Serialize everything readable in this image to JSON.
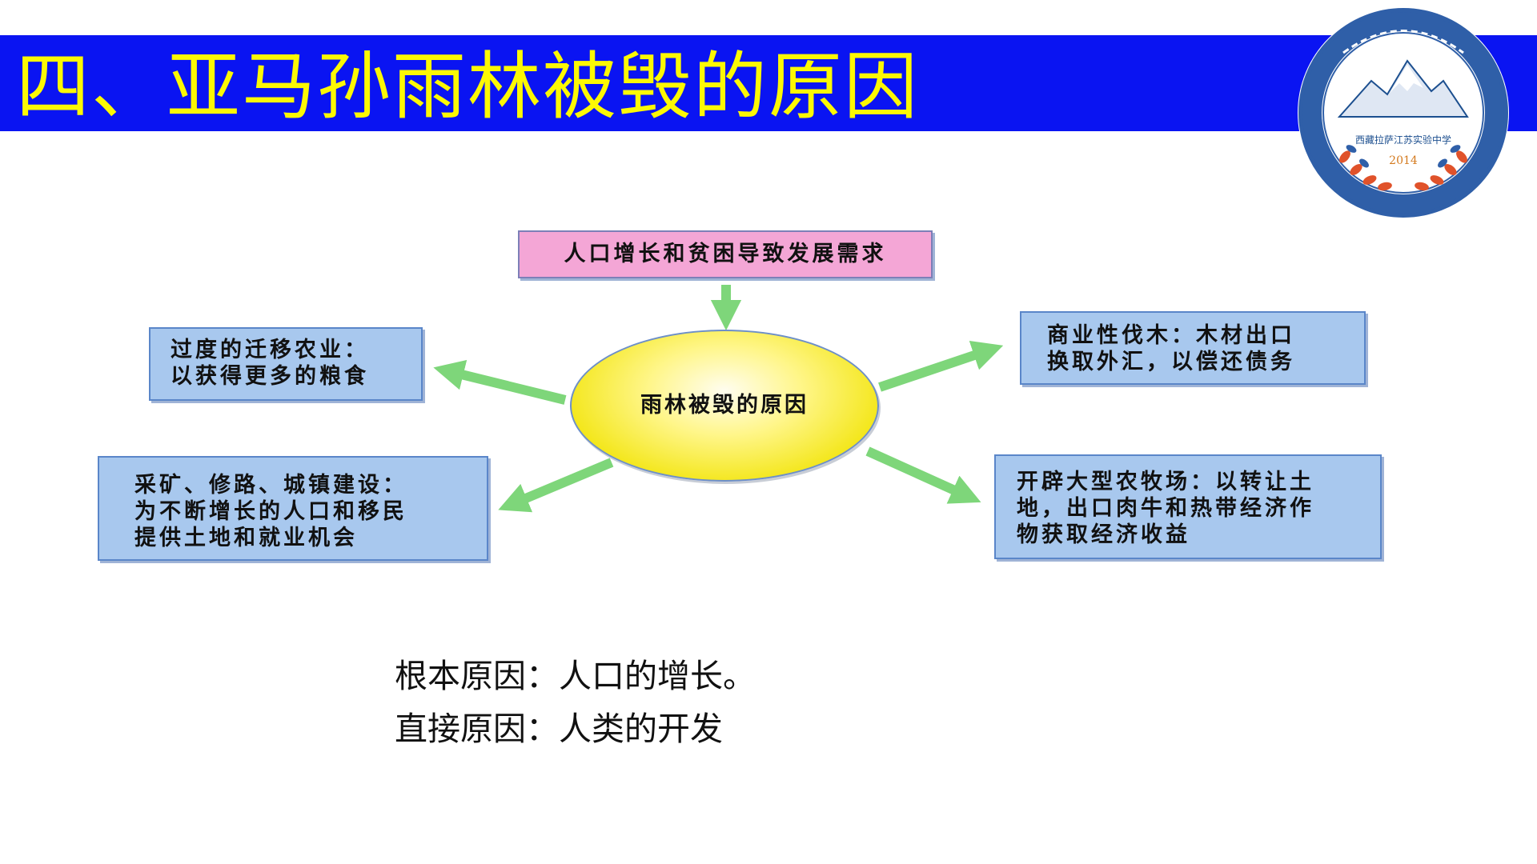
{
  "slide": {
    "title": "四、亚马孙雨林被毁的原因"
  },
  "logo": {
    "caption": "西藏拉萨江苏实验中学",
    "year": "2014",
    "colors": {
      "ring": "#2f5fa8",
      "mountain": "#1c4f8f",
      "leaves": "#e0522a"
    }
  },
  "diagram": {
    "top_box": "人口增长和贫困导致发展需求",
    "center": "雨林被毁的原因",
    "left_upper": [
      "过度的迁移农业：",
      "以获得更多的粮食"
    ],
    "right_upper": [
      "商业性伐木：木材出口",
      "换取外汇，以偿还债务"
    ],
    "left_lower": [
      "采矿、修路、城镇建设：",
      "为不断增长的人口和移民",
      "提供土地和就业机会"
    ],
    "right_lower": [
      "开辟大型农牧场：以转让土",
      "地，出口肉牛和热带经济作",
      "物获取经济收益"
    ],
    "colors": {
      "top_box_fill": "#f4a6d6",
      "side_box_fill": "#a8c8ee",
      "center_fill": "#f3e617",
      "arrow": "#7ed67a"
    }
  },
  "causes": {
    "root": "根本原因：人口的增长。",
    "direct": "直接原因：人类的开发"
  },
  "colors": {
    "title_bar": "#0a14f2",
    "title_text": "#fcf804"
  }
}
